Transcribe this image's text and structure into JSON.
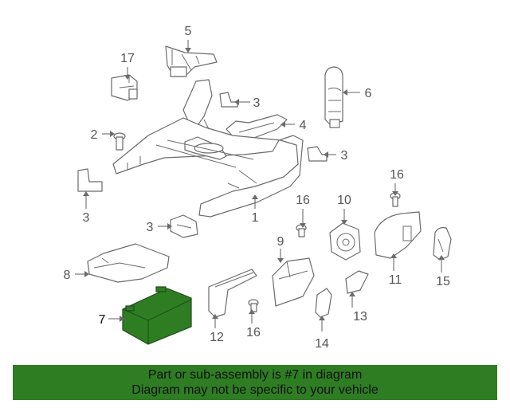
{
  "callouts": [
    {
      "id": "c17",
      "label": "17"
    },
    {
      "id": "c5",
      "label": "5"
    },
    {
      "id": "c6",
      "label": "6"
    },
    {
      "id": "c3a",
      "label": "3"
    },
    {
      "id": "c4",
      "label": "4"
    },
    {
      "id": "c2",
      "label": "2"
    },
    {
      "id": "c3b",
      "label": "3"
    },
    {
      "id": "c3c",
      "label": "3"
    },
    {
      "id": "c16a",
      "label": "16"
    },
    {
      "id": "c1",
      "label": "1"
    },
    {
      "id": "c3d",
      "label": "3"
    },
    {
      "id": "c16b",
      "label": "16"
    },
    {
      "id": "c10",
      "label": "10"
    },
    {
      "id": "c9",
      "label": "9"
    },
    {
      "id": "c8",
      "label": "8"
    },
    {
      "id": "c11",
      "label": "11"
    },
    {
      "id": "c15",
      "label": "15"
    },
    {
      "id": "c7",
      "label": "7"
    },
    {
      "id": "c12",
      "label": "12"
    },
    {
      "id": "c16c",
      "label": "16"
    },
    {
      "id": "c13",
      "label": "13"
    },
    {
      "id": "c14",
      "label": "14"
    }
  ],
  "highlight": {
    "part": "7",
    "color": "#2e7d23"
  },
  "banner": {
    "line1": "Part or sub-assembly is #7 in diagram",
    "line2": "Diagram may not be specific to your vehicle",
    "color": "#2e7d23"
  }
}
